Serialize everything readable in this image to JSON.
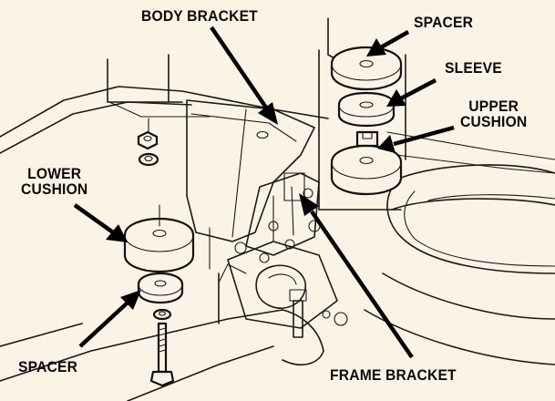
{
  "labels": {
    "body_bracket": "BODY BRACKET",
    "spacer_top": "SPACER",
    "sleeve": "SLEEVE",
    "upper_cushion_line1": "UPPER",
    "upper_cushion_line2": "CUSHION",
    "lower_cushion_line1": "LOWER",
    "lower_cushion_line2": "CUSHION",
    "spacer_bottom": "SPACER",
    "frame_bracket": "FRAME BRACKET"
  }
}
